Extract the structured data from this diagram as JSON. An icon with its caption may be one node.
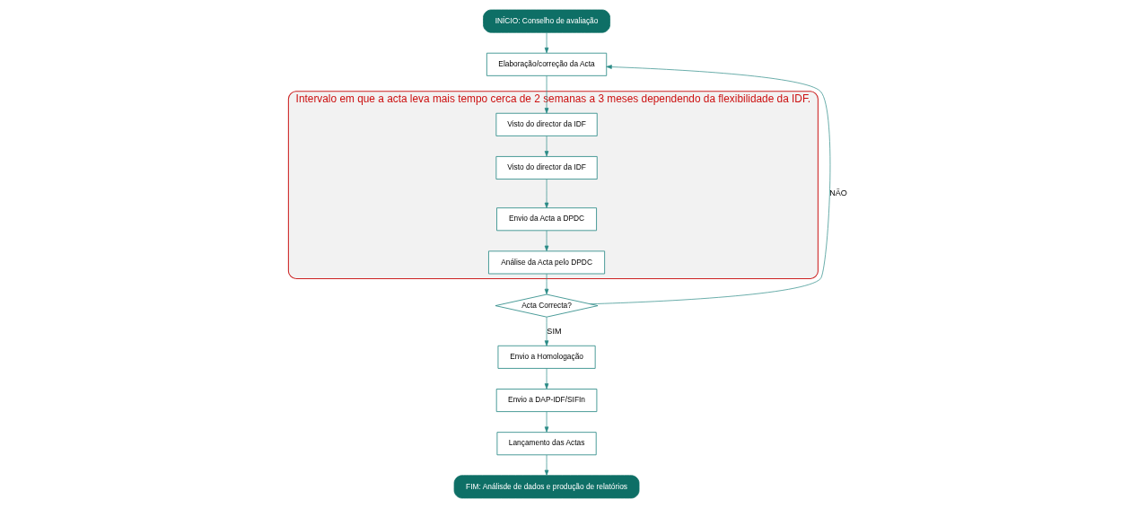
{
  "diagram": {
    "nodes": [
      {
        "text": [
          "Intervalo em que a acta leva mais tempo cerca de 2 semanas a 3 meses dependendo da flexibilidade da IDF."
        ]
      },
      {
        "text": [
          "INÍCIO: Conselho de avaliação"
        ]
      },
      {
        "text": [
          "Elaboração/correção da Acta"
        ]
      },
      {
        "text": [
          "Visto do director da IDF"
        ],
        "in": 0
      },
      {
        "text": [
          "Visto do director da IDF"
        ],
        "in": 0
      },
      {
        "text": [
          "Envio da Acta a DPDC"
        ],
        "in": 0
      },
      {
        "text": [
          "Análise da Acta pelo DPDC"
        ],
        "in": 0
      },
      {
        "text": [
          "Acta Correcta?"
        ]
      },
      {
        "text": [
          "Envio a Homologação"
        ]
      },
      {
        "text": [
          "Envio a DAP-IDF/SIFIn"
        ]
      },
      {
        "text": [
          "Lançamento das Actas"
        ]
      },
      {
        "text": [
          "FIM: Análisde de dados e produção de relatórios"
        ]
      }
    ],
    "edges": [
      {
        "from": 1,
        "to": 2,
        "arrow": "to"
      },
      {
        "from": 2,
        "to": 3,
        "arrow": "to"
      },
      {
        "from": 3,
        "to": 4,
        "arrow": "to"
      },
      {
        "from": 4,
        "to": 5,
        "arrow": "to"
      },
      {
        "from": 5,
        "to": 6,
        "arrow": "to"
      },
      {
        "from": 6,
        "to": 7,
        "arrow": "to"
      },
      {
        "from": 7,
        "to": 8,
        "arrow": "to",
        "label": "SIM"
      },
      {
        "from": 7,
        "to": 2,
        "arrow": "to",
        "label": "NÃO"
      },
      {
        "from": 8,
        "to": 9,
        "arrow": "to"
      },
      {
        "from": 9,
        "to": 10,
        "arrow": "to"
      },
      {
        "from": 10,
        "to": 11,
        "arrow": "to"
      }
    ]
  }
}
